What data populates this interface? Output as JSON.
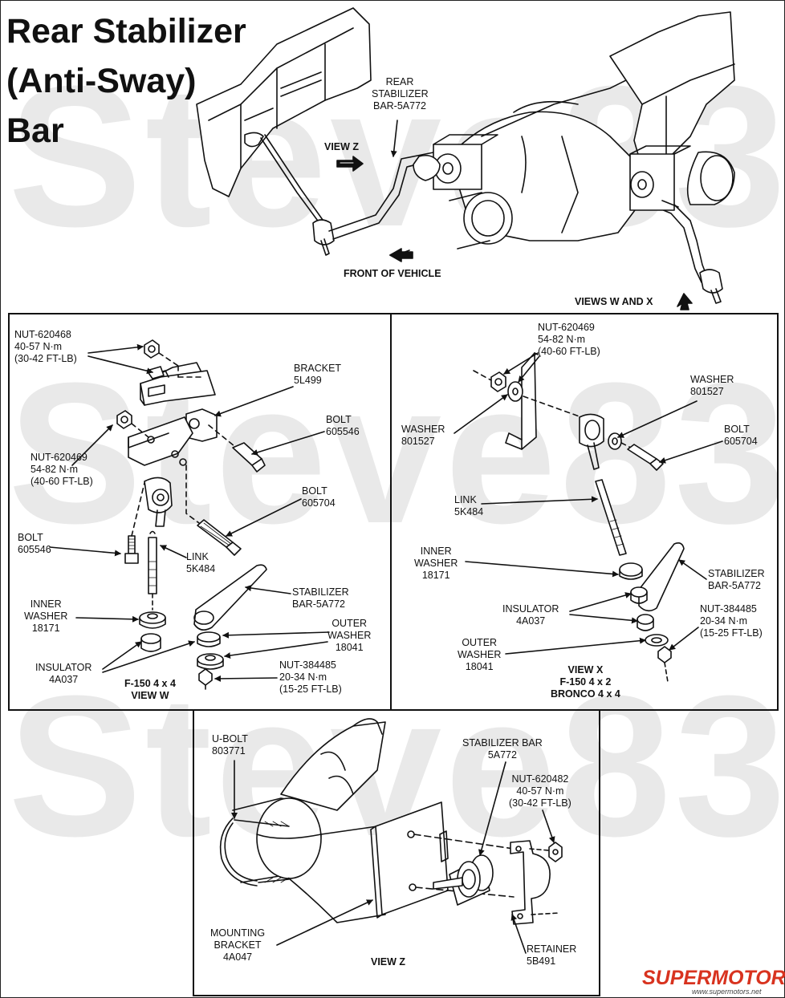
{
  "title_lines": [
    "Rear Stabilizer",
    "(Anti-Sway)",
    "Bar"
  ],
  "watermark": "Steve83",
  "overview": {
    "rear_stabilizer_bar": "REAR\nSTABILIZER\nBAR-5A772",
    "view_z": "VIEW Z",
    "front_of_vehicle": "FRONT OF VEHICLE",
    "views_w_and_x": "VIEWS W AND X"
  },
  "view_w": {
    "nut_620468": "NUT-620468\n40-57 N·m\n(30-42 FT-LB)",
    "bracket": "BRACKET\n5L499",
    "bolt_605546_top": "BOLT\n605546",
    "nut_620469": "NUT-620469\n54-82 N·m\n(40-60 FT-LB)",
    "bolt_605704": "BOLT\n605704",
    "bolt_605546_left": "BOLT\n605546",
    "link": "LINK\n5K484",
    "stabilizer_bar": "STABILIZER\nBAR-5A772",
    "inner_washer": "INNER\nWASHER\n18171",
    "outer_washer": "OUTER\nWASHER\n18041",
    "insulator": "INSULATOR\n4A037",
    "nut_384485": "NUT-384485\n20-34 N·m\n(15-25 FT-LB)",
    "caption": "F-150 4 x 4\nVIEW W"
  },
  "view_x": {
    "nut_620469": "NUT-620469\n54-82 N·m\n(40-60 FT-LB)",
    "washer_right": "WASHER\n801527",
    "washer_left": "WASHER\n801527",
    "bolt": "BOLT\n605704",
    "link": "LINK\n5K484",
    "inner_washer": "INNER\nWASHER\n18171",
    "stabilizer_bar": "STABILIZER\nBAR-5A772",
    "insulator": "INSULATOR\n4A037",
    "nut_384485": "NUT-384485\n20-34 N·m\n(15-25 FT-LB)",
    "outer_washer": "OUTER\nWASHER\n18041",
    "caption": "VIEW X\nF-150 4 x 2\nBRONCO 4 x 4"
  },
  "view_z": {
    "u_bolt": "U-BOLT\n803771",
    "stabilizer_bar": "STABILIZER BAR\n5A772",
    "nut_620482": "NUT-620482\n40-57 N·m\n(30-42 FT-LB)",
    "mounting_bracket": "MOUNTING\nBRACKET\n4A047",
    "retainer": "RETAINER\n5B491",
    "caption": "VIEW Z"
  },
  "logo": {
    "name": "SUPERMOTORS",
    "url": "www.supermotors.net",
    "color": "#d8331f"
  }
}
